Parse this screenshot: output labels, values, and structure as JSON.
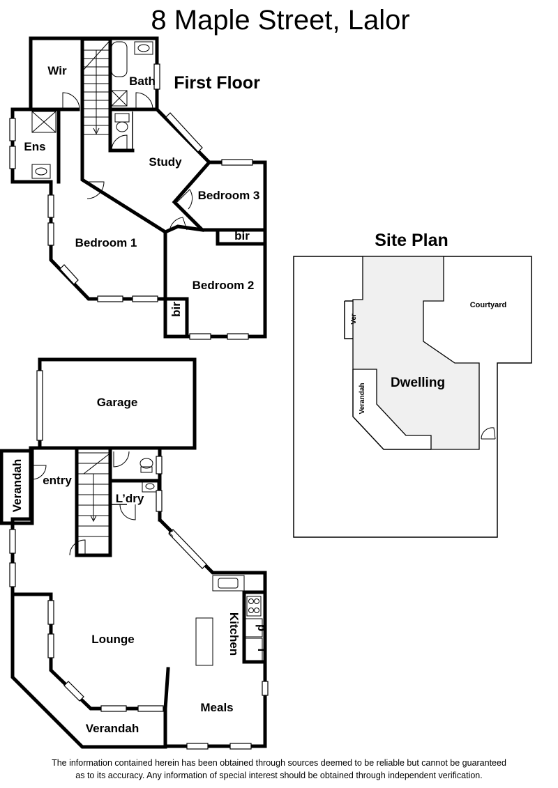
{
  "title": "8 Maple Street, Lalor",
  "first_floor": {
    "heading": "First Floor",
    "rooms": {
      "wir": "Wir",
      "bath": "Bath",
      "ens": "Ens",
      "study": "Study",
      "bedroom3": "Bedroom 3",
      "bir_upper": "bir",
      "bedroom1": "Bedroom 1",
      "bedroom2": "Bedroom 2",
      "bir_lower": "bir"
    }
  },
  "ground_floor": {
    "rooms": {
      "garage": "Garage",
      "verandah_side": "Verandah",
      "entry": "entry",
      "laundry": "L’dry",
      "kitchen": "Kitchen",
      "pantry": "p",
      "fridge": "f",
      "lounge": "Lounge",
      "meals": "Meals",
      "verandah_bottom": "Verandah"
    }
  },
  "site_plan": {
    "heading": "Site Plan",
    "labels": {
      "courtyard": "Courtyard",
      "ver": "Ver",
      "dwelling": "Dwelling",
      "verandah": "Verandah"
    },
    "dwelling_fill": "#f0f0f0"
  },
  "disclaimer": {
    "line1": "The information contained herein has been obtained through sources deemed to be reliable but cannot be guaranteed",
    "line2": "as to its accuracy.  Any information of special interest should be obtained through independent verification."
  }
}
